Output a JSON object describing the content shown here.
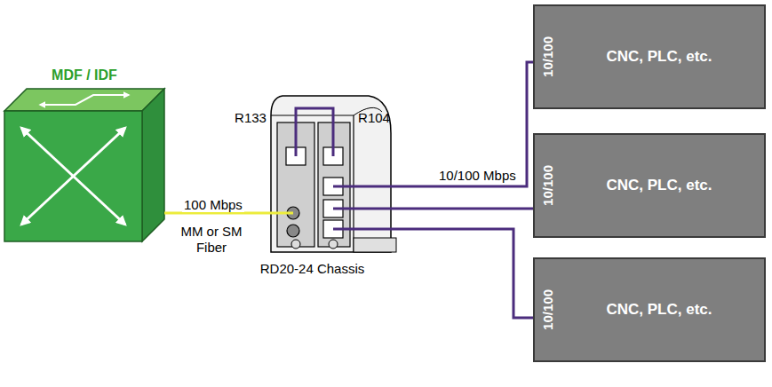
{
  "diagram": {
    "nodes": [
      {
        "text": [
          "MDF / IDF"
        ]
      },
      {
        "text": [
          "RD20-24 Chassis"
        ]
      },
      {
        "text": [
          "10/100",
          "CNC, PLC, etc."
        ]
      },
      {
        "text": [
          "10/100",
          "CNC, PLC, etc."
        ]
      },
      {
        "text": [
          "10/100",
          "CNC, PLC, etc."
        ]
      }
    ],
    "edges": [
      {
        "from": 0,
        "to": 1,
        "arrow": "none",
        "label": "100 Mbps"
      },
      {
        "from": 1,
        "to": 2,
        "arrow": "none",
        "label": "10/100 Mbps"
      },
      {
        "from": 1,
        "to": 3,
        "arrow": "none"
      },
      {
        "from": 1,
        "to": 4,
        "arrow": "none"
      }
    ],
    "labels": [
      "R133",
      "R104",
      "MM or SM Fiber"
    ]
  }
}
